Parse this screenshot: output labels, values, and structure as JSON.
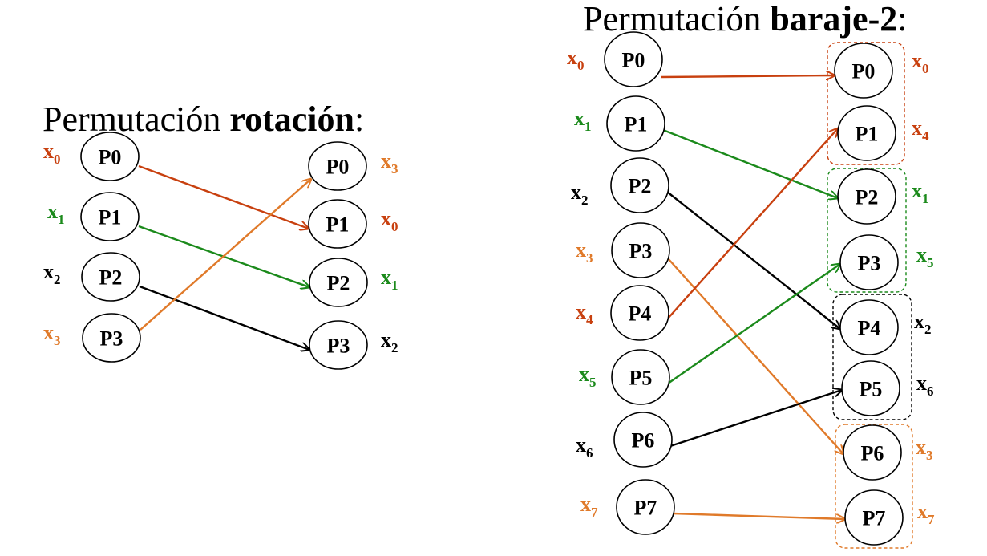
{
  "colors": {
    "red": "#c8400f",
    "green": "#1b8a1b",
    "black": "#000000",
    "orange": "#e07a2a"
  },
  "rotation": {
    "title_prefix": "Permutación ",
    "title_bold": "rotación",
    "title_suffix": ":",
    "left_nodes": [
      {
        "label": "P0",
        "x_base": "x",
        "x_sub": "0",
        "color": "red"
      },
      {
        "label": "P1",
        "x_base": "x",
        "x_sub": "1",
        "color": "green"
      },
      {
        "label": "P2",
        "x_base": "x",
        "x_sub": "2",
        "color": "black"
      },
      {
        "label": "P3",
        "x_base": "x",
        "x_sub": "3",
        "color": "orange"
      }
    ],
    "right_nodes": [
      {
        "label": "P0",
        "x_base": "x",
        "x_sub": "3",
        "color": "orange"
      },
      {
        "label": "P1",
        "x_base": "x",
        "x_sub": "0",
        "color": "red"
      },
      {
        "label": "P2",
        "x_base": "x",
        "x_sub": "1",
        "color": "green"
      },
      {
        "label": "P3",
        "x_base": "x",
        "x_sub": "2",
        "color": "black"
      }
    ],
    "edges": [
      {
        "from": 0,
        "to": 1,
        "color": "red"
      },
      {
        "from": 1,
        "to": 2,
        "color": "green"
      },
      {
        "from": 2,
        "to": 3,
        "color": "black"
      },
      {
        "from": 3,
        "to": 0,
        "color": "orange"
      }
    ]
  },
  "shuffle": {
    "title_prefix": "Permutación ",
    "title_bold": "baraje-2",
    "title_suffix": ":",
    "left_nodes": [
      {
        "label": "P0",
        "x_base": "x",
        "x_sub": "0",
        "color": "red"
      },
      {
        "label": "P1",
        "x_base": "x",
        "x_sub": "1",
        "color": "green"
      },
      {
        "label": "P2",
        "x_base": "x",
        "x_sub": "2",
        "color": "black"
      },
      {
        "label": "P3",
        "x_base": "x",
        "x_sub": "3",
        "color": "orange"
      },
      {
        "label": "P4",
        "x_base": "x",
        "x_sub": "4",
        "color": "red"
      },
      {
        "label": "P5",
        "x_base": "x",
        "x_sub": "5",
        "color": "green"
      },
      {
        "label": "P6",
        "x_base": "x",
        "x_sub": "6",
        "color": "black"
      },
      {
        "label": "P7",
        "x_base": "x",
        "x_sub": "7",
        "color": "orange"
      }
    ],
    "right_nodes": [
      {
        "label": "P0",
        "x_base": "x",
        "x_sub": "0",
        "color": "red"
      },
      {
        "label": "P1",
        "x_base": "x",
        "x_sub": "4",
        "color": "red"
      },
      {
        "label": "P2",
        "x_base": "x",
        "x_sub": "1",
        "color": "green"
      },
      {
        "label": "P3",
        "x_base": "x",
        "x_sub": "5",
        "color": "green"
      },
      {
        "label": "P4",
        "x_base": "x",
        "x_sub": "2",
        "color": "black"
      },
      {
        "label": "P5",
        "x_base": "x",
        "x_sub": "6",
        "color": "black"
      },
      {
        "label": "P6",
        "x_base": "x",
        "x_sub": "3",
        "color": "orange"
      },
      {
        "label": "P7",
        "x_base": "x",
        "x_sub": "7",
        "color": "orange"
      }
    ],
    "edges": [
      {
        "from": 0,
        "to": 0,
        "color": "red"
      },
      {
        "from": 1,
        "to": 2,
        "color": "green"
      },
      {
        "from": 2,
        "to": 4,
        "color": "black"
      },
      {
        "from": 3,
        "to": 6,
        "color": "orange"
      },
      {
        "from": 4,
        "to": 1,
        "color": "red"
      },
      {
        "from": 5,
        "to": 3,
        "color": "green"
      },
      {
        "from": 6,
        "to": 5,
        "color": "black"
      },
      {
        "from": 7,
        "to": 7,
        "color": "orange"
      }
    ],
    "groups": [
      {
        "name": "group-0-1",
        "color": "red"
      },
      {
        "name": "group-2-3",
        "color": "green"
      },
      {
        "name": "group-4-5",
        "color": "black"
      },
      {
        "name": "group-6-7",
        "color": "orange"
      }
    ]
  }
}
